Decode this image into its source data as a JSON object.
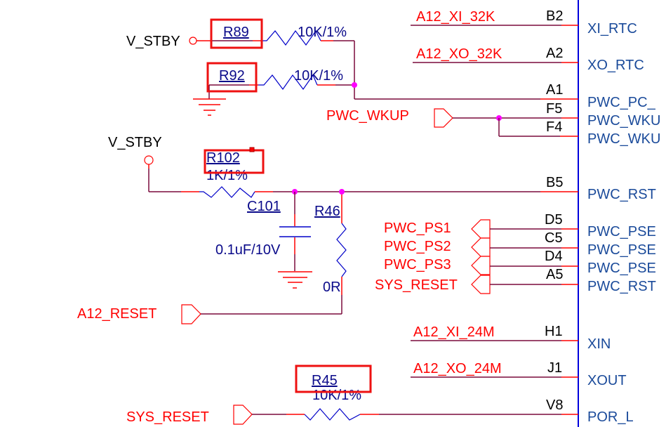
{
  "schematic": {
    "power_labels": {
      "vstby_top": "V_STBY",
      "vstby_mid": "V_STBY"
    },
    "components": {
      "r89": {
        "ref": "R89",
        "value": "10K/1%"
      },
      "r92": {
        "ref": "R92",
        "value": "10K/1%"
      },
      "r102": {
        "ref": "R102",
        "value": "1K/1%"
      },
      "c101": {
        "ref": "C101",
        "value": "0.1uF/10V"
      },
      "r46": {
        "ref": "R46",
        "value": "0R"
      },
      "r45": {
        "ref": "R45",
        "value": "10K/1%"
      }
    },
    "ports": {
      "pwc_wkup": "PWC_WKUP",
      "pwc_ps1": "PWC_PS1",
      "pwc_ps2": "PWC_PS2",
      "pwc_ps3": "PWC_PS3",
      "sys_reset_mid": "SYS_RESET",
      "a12_reset": "A12_RESET",
      "sys_reset_bottom": "SYS_RESET"
    },
    "nets": {
      "a12_xi_32k": "A12_XI_32K",
      "a12_xo_32k": "A12_XO_32K",
      "a12_xi_24m": "A12_XI_24M",
      "a12_xo_24m": "A12_XO_24M"
    },
    "pins": [
      {
        "number": "B2",
        "name": "XI_RTC"
      },
      {
        "number": "A2",
        "name": "XO_RTC"
      },
      {
        "number": "A1",
        "name": "PWC_PC_"
      },
      {
        "number": "F5",
        "name": "PWC_WKU"
      },
      {
        "number": "F4",
        "name": "PWC_WKU"
      },
      {
        "number": "B5",
        "name": "PWC_RST"
      },
      {
        "number": "D5",
        "name": "PWC_PSE"
      },
      {
        "number": "C5",
        "name": "PWC_PSE"
      },
      {
        "number": "D4",
        "name": "PWC_PSE"
      },
      {
        "number": "A5",
        "name": "PWC_RST"
      },
      {
        "number": "H1",
        "name": "XIN"
      },
      {
        "number": "J1",
        "name": "XOUT"
      },
      {
        "number": "V8",
        "name": "POR_L"
      }
    ],
    "colors": {
      "net_label": "#ff0000",
      "wire": "#7a0a3c",
      "component": "#0000c8",
      "junction": "#ff00ff",
      "chip_border": "#0000dd",
      "chip_pin_name": "#1a4a9a",
      "highlight_box": "#ee1111"
    }
  }
}
